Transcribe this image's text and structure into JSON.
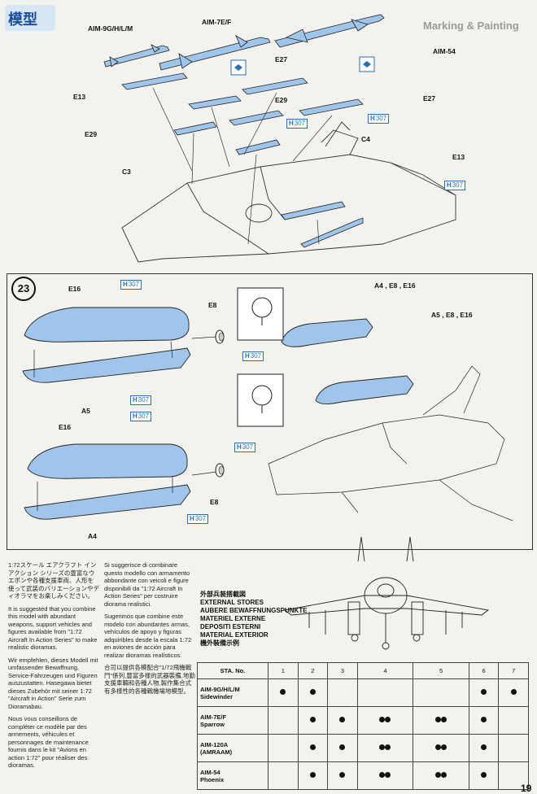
{
  "header": {
    "watermark": "模型",
    "section_title": "Marking & Painting",
    "page_number": "19"
  },
  "step22": {
    "labels": {
      "aim9": "AIM-9G/H/L/M",
      "aim7": "AIM-7E/F",
      "aim54": "AIM-54",
      "e27a": "E27",
      "e27b": "E27",
      "e13a": "E13",
      "e13b": "E13",
      "e29a": "E29",
      "e29b": "E29",
      "c3": "C3",
      "c4": "C4"
    },
    "paint_code": "307",
    "paint_letter": "H"
  },
  "step23": {
    "number": "23",
    "labels": {
      "e16a": "E16",
      "e16b": "E16",
      "e8a": "E8",
      "e8b": "E8",
      "a5": "A5",
      "a4": "A4",
      "callout1": "A4 , E8 , E16",
      "callout2": "A5 , E8 , E16"
    },
    "paint_code": "307",
    "paint_letter": "H"
  },
  "captions": {
    "jp1": "1:72スケール エアクラフト インアクション シリーズの豊富なウエポンや各種支援車両、人形を使って武装のバリエーションやディオラマをお楽しみください。",
    "en": "It is suggested that you combine this model with abundant weapons, support vehicles and figures available from \"1:72 Aircraft In Action Series\" to make realistic dioramas.",
    "de": "Wir empfehlen, dieses Modell mit umfassender Bewaffnung, Service-Fahrzeugen und Figuren auszustatten. Hasegawa bietet dieses Zubehör mit seiner 1:72 \"Aircraft in Action\" Serie zum Dioramabau.",
    "fr": "Nous vous conseillons de compléter ce modèle par des armements, véhicules et personnages de maintenance fournis dans le kit \"Avions en action 1:72\" pour réaliser des dioramas.",
    "it": "Si suggerisce di combinare questo modello con armamento abbondante con veicoli e figure disponibili da \"1:72 Aircraft In Action Series\" per costruire diorama realistici.",
    "es": "Sugerimos que combine este modelo con abundantes armas, vehículos de apoyo y figuras adquiribles desde la escala 1:72 en aviones de acción para realizar dioramas realísticos.",
    "cn": "合司以提供各模配合\"1/72飛機戰鬥\"係列,豐富多樣的武器裝備,地勤支援車輛和各種人物,製作集合式有多樣性的各種戰機場地模型。"
  },
  "stores": {
    "titles": [
      "外部兵装搭載図",
      "EXTERNAL STORES",
      "AUBERE BEWAFFNUNGSPUNKTE",
      "MATERIEL EXTERNE",
      "DEPOSITI ESTERNI",
      "MATERIAL EXTERIOR",
      "機外裝備示例"
    ],
    "header": "STA. No.",
    "stations": [
      "1",
      "2",
      "3",
      "4",
      "5",
      "6",
      "7"
    ],
    "rows": [
      {
        "name": "AIM-9G/H/L/M",
        "sub": "Sidewinder",
        "counts": [
          1,
          1,
          0,
          0,
          0,
          1,
          1
        ]
      },
      {
        "name": "AIM-7E/F",
        "sub": "Sparrow",
        "counts": [
          0,
          1,
          1,
          2,
          2,
          1,
          0
        ]
      },
      {
        "name": "AIM-120A",
        "sub": "(AMRAAM)",
        "counts": [
          0,
          1,
          1,
          2,
          2,
          1,
          0
        ]
      },
      {
        "name": "AIM-54",
        "sub": "Phoenix",
        "counts": [
          0,
          1,
          1,
          2,
          2,
          1,
          0
        ]
      }
    ]
  },
  "colors": {
    "part_blue": "#9fc6ea",
    "paint_blue": "#2a6fb0",
    "line": "#222222"
  }
}
